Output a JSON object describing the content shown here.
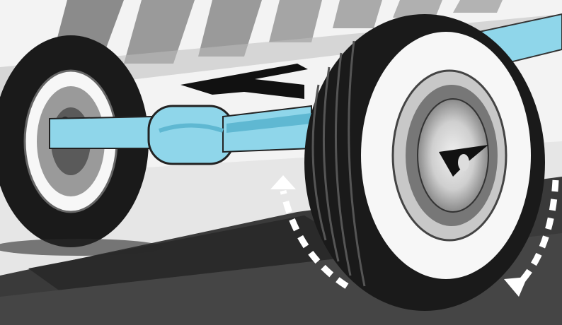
{
  "colors": {
    "background": "#f3f3f3",
    "ground_light": "#e4e4e4",
    "ground_dark": "#3a3a3a",
    "shadow": "#2a2a2a",
    "tire": "#1a1a1a",
    "tire_tread": "#555555",
    "whitewall": "#ffffff",
    "hub": "#bdbdbd",
    "axle": "#8fd6ea",
    "axle_shade": "#5fb8d2",
    "arrow": "#ffffff",
    "stripe": "#7a7a7a"
  },
  "icons": {
    "arrows": [
      "curved-arrow-up-left",
      "curved-arrow-down-right",
      "direction-arrow-left"
    ]
  }
}
